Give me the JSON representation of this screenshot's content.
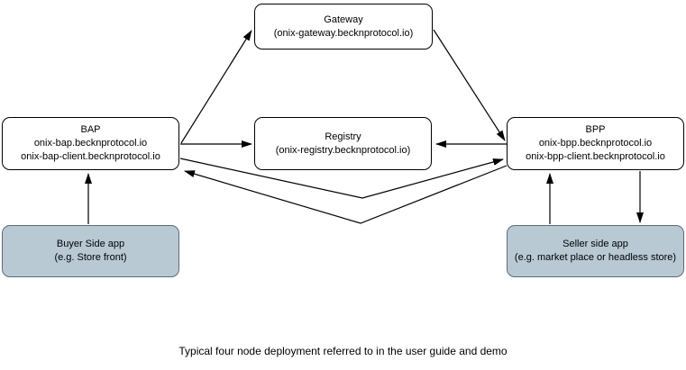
{
  "diagram": {
    "caption": "Typical four node deployment referred to in the user guide and demo",
    "nodes": {
      "gateway": {
        "lines": [
          "Gateway",
          "(onix-gateway.becknprotocol.io)"
        ]
      },
      "bap": {
        "lines": [
          "BAP",
          "onix-bap.becknprotocol.io",
          "onix-bap-client.becknprotocol.io"
        ]
      },
      "registry": {
        "lines": [
          "Registry",
          "(onix-registry.becknprotocol.io)"
        ]
      },
      "bpp": {
        "lines": [
          "BPP",
          "onix-bpp.becknprotocol.io",
          "onix-bpp-client.becknprotocol.io"
        ]
      },
      "buyer_app": {
        "lines": [
          "Buyer Side app",
          "(e.g. Store front)"
        ]
      },
      "seller_app": {
        "lines": [
          "Seller side app",
          "(e.g. market place or headless store)"
        ]
      }
    },
    "colors": {
      "node_fill": "#ffffff",
      "node_border": "#000000",
      "app_fill": "#b8c9d4",
      "app_border": "#5a6b7a",
      "arrow": "#000000",
      "background": "#ffffff"
    }
  }
}
